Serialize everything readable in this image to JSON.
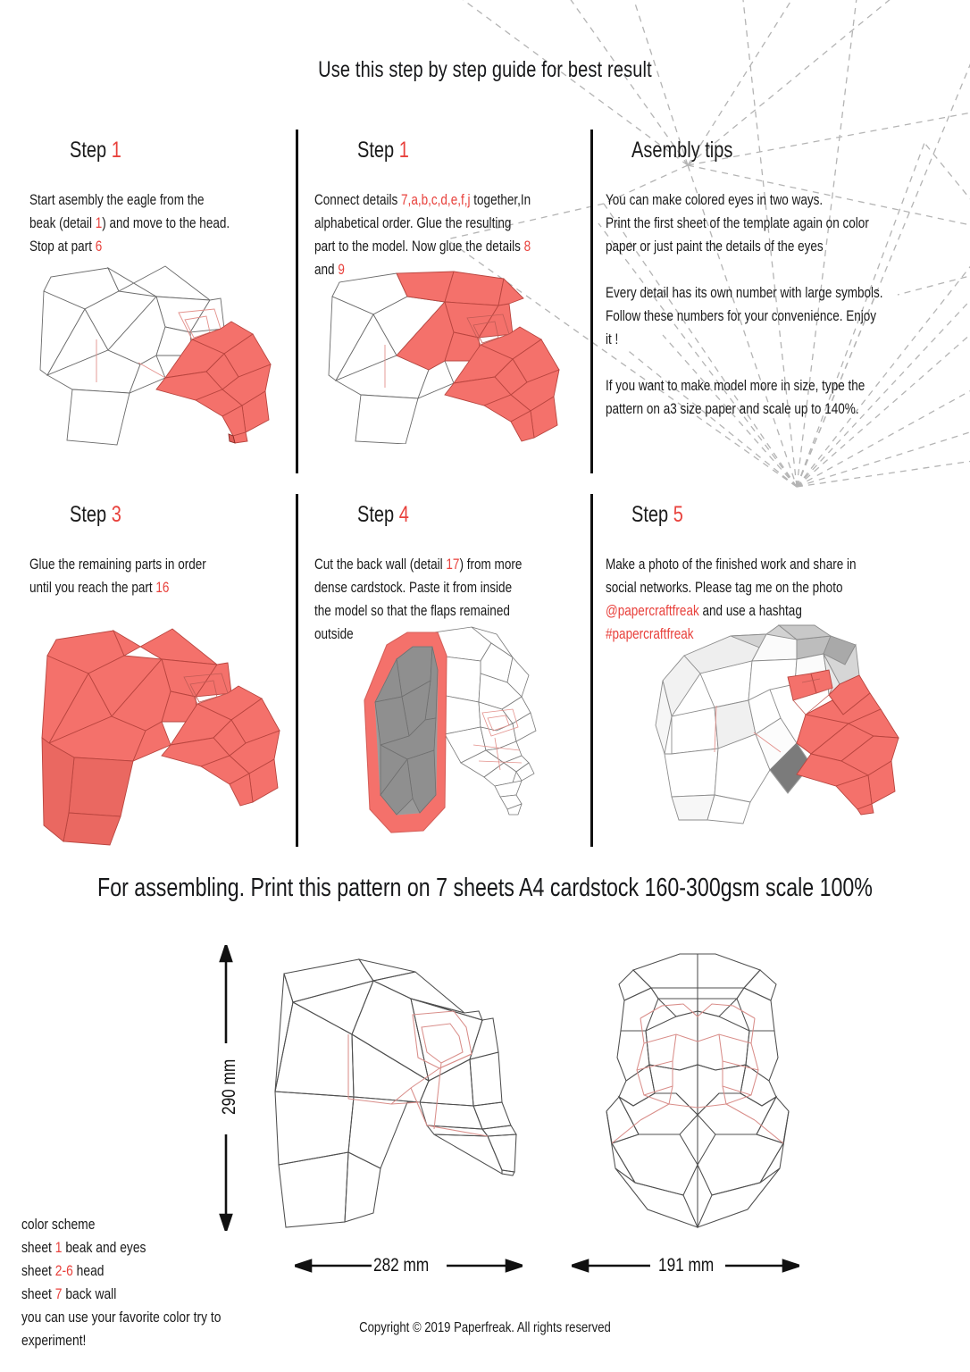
{
  "page": {
    "main_title": "Use this step by step guide for best result",
    "assemble_title": "For assembling. Print this pattern on 7 sheets A4 cardstock 160-300gsm scale 100%",
    "copyright": "Copyright © 2019 Paperfreak. All rights reserved"
  },
  "steps": [
    {
      "title_label": "Step",
      "title_num": "1",
      "lines": [
        [
          {
            "t": "Start asembly the eagle from the",
            "c": "black"
          }
        ],
        [
          {
            "t": "beak (detail ",
            "c": "black"
          },
          {
            "t": "1",
            "c": "red"
          },
          {
            "t": ") and move to the head.",
            "c": "black"
          }
        ],
        [
          {
            "t": "Stop at part ",
            "c": "black"
          },
          {
            "t": "6",
            "c": "red"
          }
        ]
      ]
    },
    {
      "title_label": "Step",
      "title_num": "1",
      "lines": [
        [
          {
            "t": "Connect details ",
            "c": "black"
          },
          {
            "t": "7,a,b,c,d,e,f,j",
            "c": "red"
          },
          {
            "t": " together,In",
            "c": "black"
          }
        ],
        [
          {
            "t": "alphabetical order. Glue the resulting",
            "c": "black"
          }
        ],
        [
          {
            "t": "part to the model. Now glue the details ",
            "c": "black"
          },
          {
            "t": "8",
            "c": "red"
          }
        ],
        [
          {
            "t": "and ",
            "c": "black"
          },
          {
            "t": "9",
            "c": "red"
          }
        ]
      ]
    },
    {
      "title_label": "Asembly tips",
      "title_num": "",
      "lines": [
        [
          {
            "t": "You can make colored eyes in two ways.",
            "c": "black"
          }
        ],
        [
          {
            "t": "Print the first sheet of the template again on color",
            "c": "black"
          }
        ],
        [
          {
            "t": "paper or just paint the details of the eyes",
            "c": "black"
          }
        ],
        [
          {
            "t": "",
            "c": "black"
          }
        ],
        [
          {
            "t": "Every detail has its own number with large symbols.",
            "c": "black"
          }
        ],
        [
          {
            "t": "Follow these numbers for your convenience. Enjoy",
            "c": "black"
          }
        ],
        [
          {
            "t": "it !",
            "c": "black"
          }
        ],
        [
          {
            "t": "",
            "c": "black"
          }
        ],
        [
          {
            "t": "If you want to make model more in size, type the",
            "c": "black"
          }
        ],
        [
          {
            "t": "pattern on a3 size paper and scale up to 140%.",
            "c": "black"
          }
        ]
      ]
    },
    {
      "title_label": "Step",
      "title_num": "3",
      "lines": [
        [
          {
            "t": "Glue the remaining parts in order",
            "c": "black"
          }
        ],
        [
          {
            "t": "until you reach the part ",
            "c": "black"
          },
          {
            "t": "16",
            "c": "red"
          }
        ]
      ]
    },
    {
      "title_label": "Step",
      "title_num": "4",
      "lines": [
        [
          {
            "t": "Cut the back wall (detail ",
            "c": "black"
          },
          {
            "t": "17",
            "c": "red"
          },
          {
            "t": ") from more",
            "c": "black"
          }
        ],
        [
          {
            "t": "dense cardstock. Paste it from inside",
            "c": "black"
          }
        ],
        [
          {
            "t": "the model so that the flaps remained",
            "c": "black"
          }
        ],
        [
          {
            "t": "outside",
            "c": "black"
          }
        ]
      ]
    },
    {
      "title_label": "Step",
      "title_num": "5",
      "lines": [
        [
          {
            "t": "Make a photo of the finished work and share in",
            "c": "black"
          }
        ],
        [
          {
            "t": "social networks. Please tag me on the photo",
            "c": "black"
          }
        ],
        [
          {
            "t": "@papercraftfreak",
            "c": "red"
          },
          {
            "t": " and use a hashtag",
            "c": "black"
          }
        ],
        [
          {
            "t": "#papercraftfreak",
            "c": "red"
          }
        ]
      ]
    }
  ],
  "dimensions": {
    "height_label": "290 mm",
    "width_side_label": "282 mm",
    "width_front_label": "191 mm"
  },
  "color_scheme": {
    "lines": [
      [
        {
          "t": "color  scheme",
          "c": "black"
        }
      ],
      [
        {
          "t": "sheet  ",
          "c": "black"
        },
        {
          "t": "1",
          "c": "red"
        },
        {
          "t": " beak and eyes",
          "c": "black"
        }
      ],
      [
        {
          "t": "sheet  ",
          "c": "black"
        },
        {
          "t": "2-6",
          "c": "red"
        },
        {
          "t": " head",
          "c": "black"
        }
      ],
      [
        {
          "t": "sheet  ",
          "c": "black"
        },
        {
          "t": "7",
          "c": "red"
        },
        {
          "t": " back wall",
          "c": "black"
        }
      ],
      [
        {
          "t": "you can use your favorite color try to",
          "c": "black"
        }
      ],
      [
        {
          "t": "experiment!",
          "c": "black"
        }
      ]
    ]
  },
  "colors": {
    "accent_red": "#e8413c",
    "fill_red": "#f4716b",
    "fill_grey": "#9a9a9a",
    "line_dark": "#4a4a4a",
    "line_red": "#e38b87",
    "dashed_grey": "#b4b4b4"
  },
  "figures": {
    "step1": "eagle-head-side-beak-red",
    "step2": "eagle-head-side-upper-red",
    "step3": "eagle-head-side-all-red",
    "step4": "eagle-head-back-wall-grey",
    "step5": "eagle-head-three-quarter-shaded",
    "pattern_side": "eagle-head-side-wireframe",
    "pattern_front": "eagle-head-front-wireframe"
  }
}
